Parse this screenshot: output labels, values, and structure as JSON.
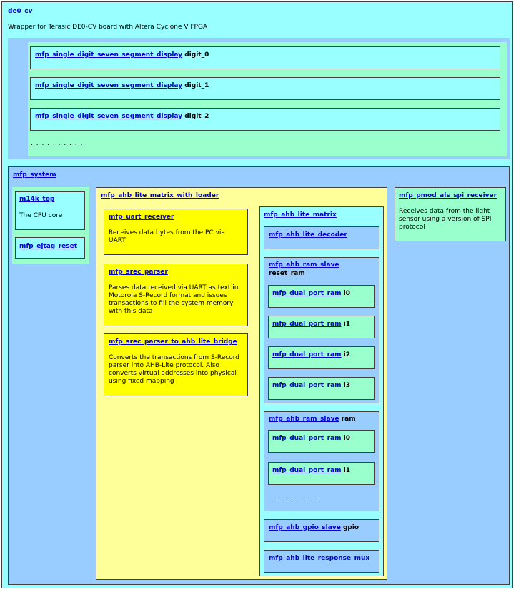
{
  "de0_cv": {
    "name": "de0_cv",
    "description": "Wrapper for Terasic DE0-CV board with Altera Cyclone V FPGA",
    "digits": [
      {
        "module": "mfp_single_digit_seven_segment_display",
        "instance": "digit_0"
      },
      {
        "module": "mfp_single_digit_seven_segment_display",
        "instance": "digit_1"
      },
      {
        "module": "mfp_single_digit_seven_segment_display",
        "instance": "digit_2"
      }
    ],
    "ellipsis": ". . . . . . . . . ."
  },
  "mfp_system": {
    "name": "mfp_system",
    "m14k_top": {
      "name": "m14k_top",
      "description": "The CPU core"
    },
    "ejtag": {
      "name": "mfp_ejtag_reset"
    },
    "loader": {
      "name": "mfp_ahb_lite_matrix_with_loader",
      "uart": {
        "name": "mfp_uart_receiver",
        "description": "Receives data bytes from the PC via UART"
      },
      "srec": {
        "name": "mfp_srec_parser",
        "description": "Parses data received via UART as text in Motorola S-Record format and issues transactions to fill the system memory with this data"
      },
      "bridge": {
        "name": "mfp_srec_parser_to_ahb_lite_bridge",
        "description": "Converts the transactions from S-Record parser into AHB-Lite protocol. Also converts virtual addresses into physical using fixed mapping"
      },
      "matrix": {
        "name": "mfp_ahb_lite_matrix",
        "decoder": "mfp_ahb_lite_decoder",
        "reset_ram": {
          "module": "mfp_ahb_ram_slave",
          "instance": "reset_ram",
          "ports": [
            {
              "module": "mfp_dual_port_ram",
              "instance": "i0"
            },
            {
              "module": "mfp_dual_port_ram",
              "instance": "i1"
            },
            {
              "module": "mfp_dual_port_ram",
              "instance": "i2"
            },
            {
              "module": "mfp_dual_port_ram",
              "instance": "i3"
            }
          ]
        },
        "ram": {
          "module": "mfp_ahb_ram_slave",
          "instance": "ram",
          "ports": [
            {
              "module": "mfp_dual_port_ram",
              "instance": "i0"
            },
            {
              "module": "mfp_dual_port_ram",
              "instance": "i1"
            }
          ],
          "ellipsis": ". . . . . . . . . ."
        },
        "gpio": {
          "module": "mfp_ahb_gpio_slave",
          "instance": "gpio"
        },
        "response_mux": "mfp_ahb_lite_response_mux"
      }
    },
    "pmod": {
      "name": "mfp_pmod_als_spi_receiver",
      "description": "Receives data from the light sensor using a version of SPI protocol"
    }
  }
}
